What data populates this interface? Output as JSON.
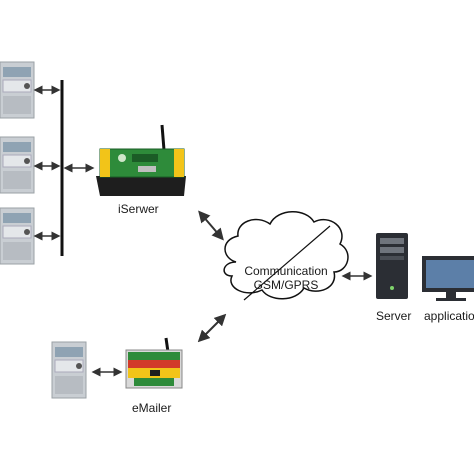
{
  "labels": {
    "iserwer": "iSerwer",
    "emailer": "eMailer",
    "cloud_line1": "Communication",
    "cloud_line2": "GSM/GPRS",
    "server": "Server",
    "application": "application"
  },
  "colors": {
    "meter_body": "#c9ced3",
    "meter_display": "#8fa3b3",
    "device_green": "#2e8b3a",
    "device_yellow": "#f2c419",
    "device_red": "#d23a2a",
    "device_black": "#1e1e1e",
    "bus_line": "#111111",
    "arrow": "#333333",
    "server_body": "#2b2e34",
    "monitor_screen": "#5c7fa8"
  }
}
